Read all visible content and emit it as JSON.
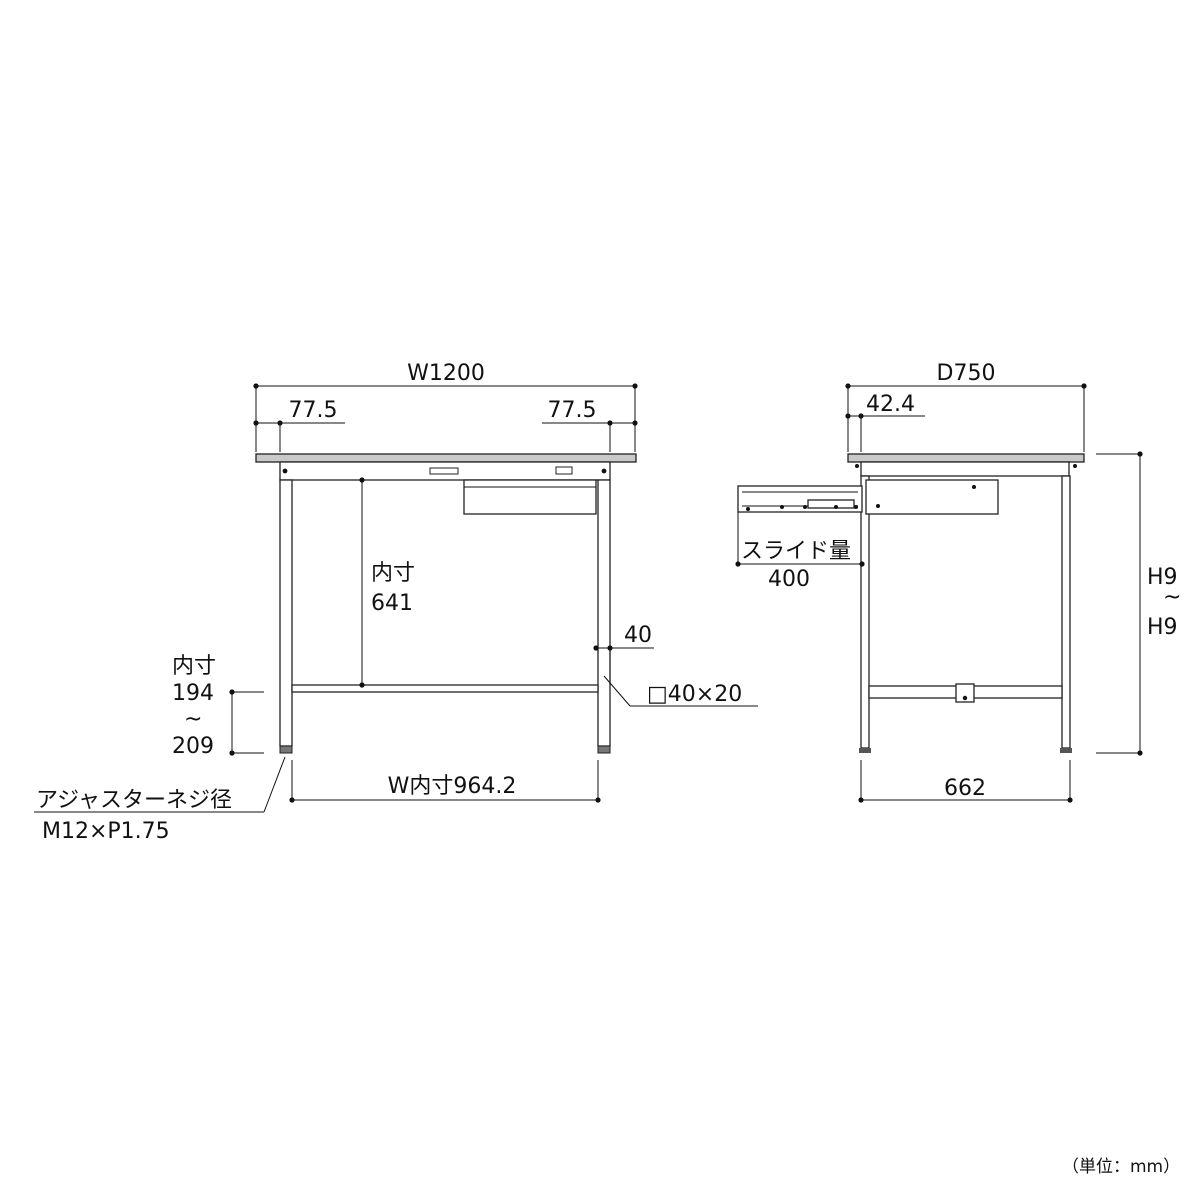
{
  "front_view": {
    "width": "W1200",
    "left_offset": "77.5",
    "right_offset": "77.5",
    "inner_height_label": "内寸",
    "inner_height_value": "641",
    "beam_height": "40",
    "pipe_size": "□40×20",
    "foot_label": "内寸",
    "foot_min": "194",
    "foot_tilde": "~",
    "foot_max": "209",
    "inner_width": "W内寸964.2",
    "adjuster_label": "アジャスターネジ径",
    "adjuster_value": "M12×P1.75"
  },
  "side_view": {
    "depth": "D750",
    "front_offset": "42.4",
    "slide_label": "スライド量",
    "slide_value": "400",
    "leg_span": "662",
    "height_top": "H9",
    "height_tilde": "~",
    "height_bottom": "H9"
  },
  "unit_note": "（単位：mm）"
}
